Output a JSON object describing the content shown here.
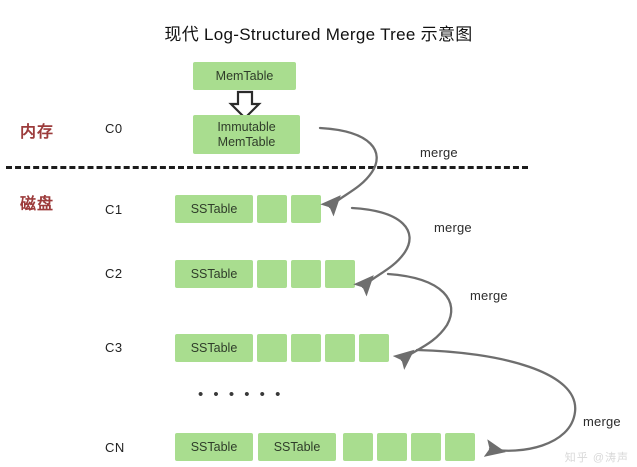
{
  "title": "现代 Log-Structured Merge Tree 示意图",
  "tiers": [
    {
      "name": "memory",
      "label": "内存"
    },
    {
      "name": "disk",
      "label": "磁盘"
    }
  ],
  "levels": [
    {
      "id": "C0",
      "label": "C0"
    },
    {
      "id": "C1",
      "label": "C1"
    },
    {
      "id": "C2",
      "label": "C2"
    },
    {
      "id": "C3",
      "label": "C3"
    },
    {
      "id": "CN",
      "label": "CN"
    }
  ],
  "memtable": {
    "active_label": "MemTable",
    "immutable_label": "Immutable\nMemTable",
    "flush_arrow": "down-block-arrow"
  },
  "sstable_label": "SSTable",
  "rows": {
    "C0": {
      "boxes": [
        {
          "label": "MemTable"
        },
        {
          "label": "Immutable\nMemTable"
        }
      ]
    },
    "C1": {
      "boxes": [
        {
          "label": "SSTable"
        },
        {
          "label": ""
        },
        {
          "label": ""
        }
      ]
    },
    "C2": {
      "boxes": [
        {
          "label": "SSTable"
        },
        {
          "label": ""
        },
        {
          "label": ""
        },
        {
          "label": ""
        }
      ]
    },
    "C3": {
      "boxes": [
        {
          "label": "SSTable"
        },
        {
          "label": ""
        },
        {
          "label": ""
        },
        {
          "label": ""
        },
        {
          "label": ""
        }
      ]
    },
    "CN": {
      "boxes": [
        {
          "label": "SSTable"
        },
        {
          "label": "SSTable"
        },
        {
          "label": ""
        },
        {
          "label": ""
        },
        {
          "label": ""
        },
        {
          "label": ""
        }
      ]
    }
  },
  "merges": [
    {
      "id": "merge-c0-c1",
      "label": "merge",
      "from": "C0",
      "to": "C1"
    },
    {
      "id": "merge-c1-c2",
      "label": "merge",
      "from": "C1",
      "to": "C2"
    },
    {
      "id": "merge-c2-c3",
      "label": "merge",
      "from": "C2",
      "to": "C3"
    },
    {
      "id": "merge-c3-cn",
      "label": "merge",
      "from": "C3",
      "to": "CN"
    }
  ],
  "ellipsis": "• • • • • •",
  "watermark": "知乎 @涛声",
  "colors": {
    "box_fill": "#a9dd8f",
    "tier_label": "#9c3b3b",
    "arrow": "#6e6e6e",
    "divider": "#1c1c1c",
    "background": "#ffffff"
  }
}
